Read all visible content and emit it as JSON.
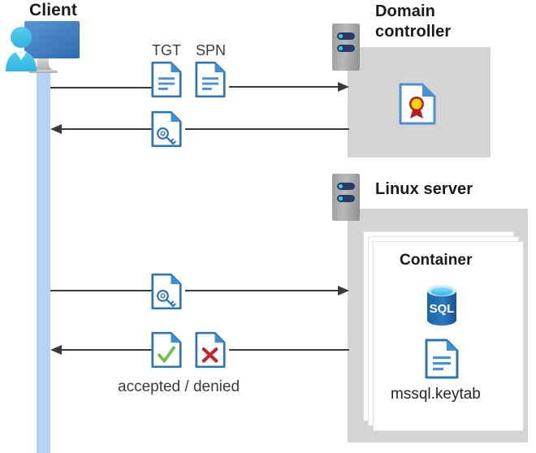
{
  "diagram": {
    "title_client": "Client",
    "title_domain_controller": "Domain\ncontroller",
    "title_domain_controller_line1": "Domain",
    "title_domain_controller_line2": "controller",
    "title_linux_server": "Linux server",
    "title_container": "Container",
    "label_tgt": "TGT",
    "label_spn": "SPN",
    "label_keytab": "mssql.keytab",
    "label_accepted_denied": "accepted / denied",
    "label_sql": "SQL"
  },
  "icons": {
    "client": "client-workstation-user-icon",
    "dc_rack": "server-rack-icon",
    "linux_rack": "server-rack-icon",
    "certificate": "certificate-document-icon",
    "tgt_doc": "text-document-icon",
    "spn_doc": "text-document-icon",
    "ticket_key_top": "key-document-icon",
    "ticket_key_bottom": "key-document-icon",
    "accepted": "check-document-icon",
    "denied": "cross-document-icon",
    "sql_db": "sql-database-icon",
    "keytab_doc": "text-document-icon"
  },
  "flows": [
    {
      "id": "flow-1",
      "direction": "right",
      "from": "client",
      "to": "domain-controller",
      "payload": [
        "TGT",
        "SPN"
      ]
    },
    {
      "id": "flow-2",
      "direction": "left",
      "from": "domain-controller",
      "to": "client",
      "payload": [
        "service-ticket"
      ]
    },
    {
      "id": "flow-3",
      "direction": "right",
      "from": "client",
      "to": "linux-server",
      "payload": [
        "service-ticket"
      ]
    },
    {
      "id": "flow-4",
      "direction": "left",
      "from": "linux-server",
      "to": "client",
      "payload": [
        "accepted",
        "denied"
      ]
    }
  ],
  "colors": {
    "lifeline": "#b3d4f5",
    "node_box": "#d4d4d4",
    "rack_bar": "#243b6b",
    "rack_led": "#4cc2f1",
    "doc_blue": "#2e74b5",
    "doc_fold": "#3f8fd2",
    "accent_monitor": "#3e7fc1",
    "person": "#4cc2f1",
    "check_green": "#6fbf4a",
    "cross_red": "#c0272d",
    "cert_gold": "#ffd400",
    "cert_ribbon": "#b02025",
    "sql_blue": "#1f6bb0",
    "line": "#3a3a3a",
    "text": "#262626"
  }
}
